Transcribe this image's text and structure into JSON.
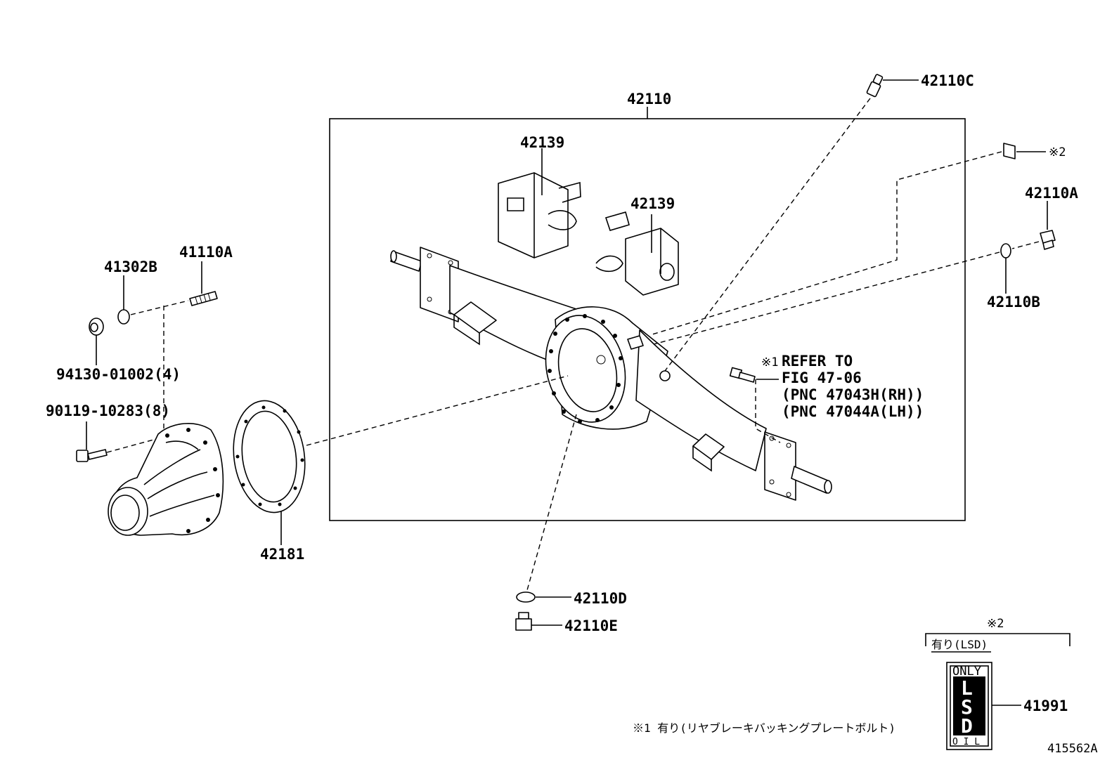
{
  "labels": {
    "assembly": "42110",
    "breather": "42110C",
    "bracket_upper": "42139",
    "bracket_lower": "42139",
    "plug": "42110A",
    "gasket_plug": "42110B",
    "drain_gasket": "42110D",
    "drain_plug": "42110E",
    "carrier_gasket": "42181",
    "washer": "41302B",
    "stud": "41110A",
    "nut": "94130-01002(4)",
    "bolt": "90119-10283(8)",
    "lsd_part": "41991",
    "note2_ref": "※2",
    "note1_mark": "※1",
    "note1_line1": "REFER TO",
    "note1_line2": "FIG 47-06",
    "note1_line3": "(PNC 47043H(RH))",
    "note1_line4": "(PNC 47044A(LH))",
    "lsd_box_title": "※2",
    "lsd_box_caption": "有り(LSD)",
    "lsd_plate_top": "ONLY",
    "lsd_plate_l": "L",
    "lsd_plate_s": "S",
    "lsd_plate_d": "D",
    "lsd_plate_bottom": "O  I  L",
    "footnote": "※1 有り(リヤブレーキバッキングプレートボルト)",
    "diagram_id": "415562A"
  }
}
